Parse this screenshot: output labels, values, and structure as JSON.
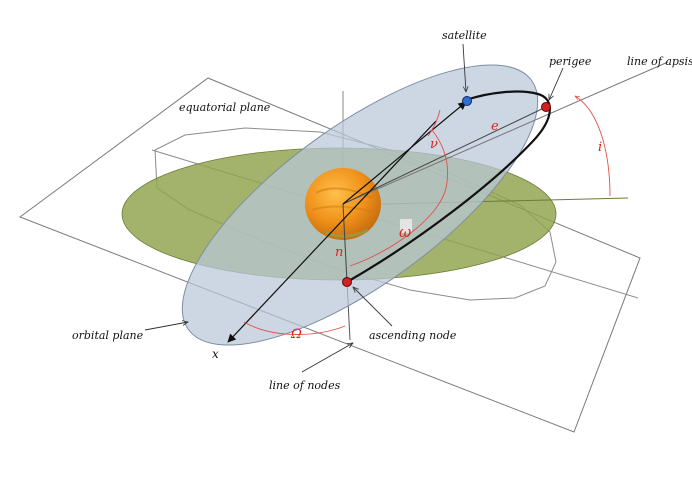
{
  "labels": {
    "satellite": "satellite",
    "perigee": "perigee",
    "line_of_apsis": "line of apsis",
    "equatorial_plane": "equatorial plane",
    "orbital_plane": "orbital plane",
    "ascending_node": "ascending node",
    "line_of_nodes": "line of nodes",
    "x_axis": "x"
  },
  "symbols": {
    "true_anomaly": "ν",
    "eccentricity": "e",
    "inclination": "i",
    "argument_of_periapsis": "ω",
    "node_vector": "n",
    "longitude_of_ascending_node": "Ω"
  },
  "colors": {
    "equatorial_plane_fill": "#8fa24a",
    "orbital_plane_fill": "#b9c7d8",
    "earth": "#f09a1c",
    "angle_arc": "#e0504a",
    "satellite_dot": "#2c6fd6",
    "node_dot": "#d42020",
    "orbit_line": "#111111"
  }
}
